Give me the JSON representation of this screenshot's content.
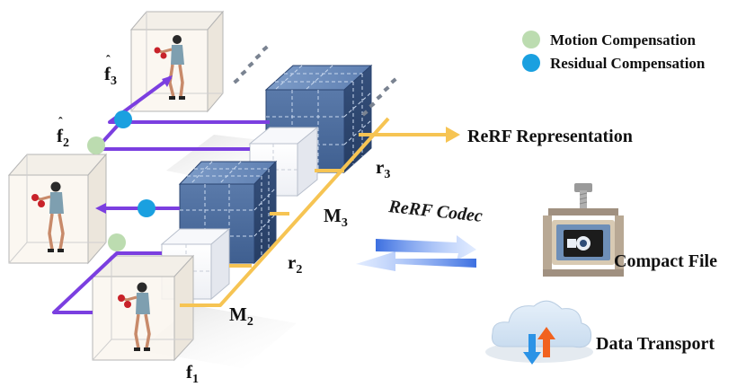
{
  "legend": {
    "motion_label": "Motion Compensation",
    "motion_color": "#bcdcb0",
    "residual_label": "Residual Compensation",
    "residual_color": "#1aa0e0"
  },
  "labels": {
    "f3hat_base": "f",
    "f3hat_sub": "3",
    "f2hat_base": "f",
    "f2hat_sub": "2",
    "f1_base": "f",
    "f1_sub": "1",
    "r3_base": "r",
    "r3_sub": "3",
    "r2_base": "r",
    "r2_sub": "2",
    "M3_base": "M",
    "M3_sub": "3",
    "M2_base": "M",
    "M2_sub": "2",
    "rerf_representation": "ReRF Representation",
    "rerf_codec": "ReRF Codec",
    "compact_file": "Compact File",
    "data_transport": "Data Transport"
  },
  "colors": {
    "purple": "#7b3fe0",
    "yellow": "#f6c453",
    "block_blue": "#4a6a9a",
    "block_blue_dark": "#2f4a78",
    "arrow_blue": "#4f86e0"
  },
  "icons": {
    "motion_dot": "circle-light-green",
    "residual_dot": "circle-cyan",
    "compact_file": "clamp-press-icon",
    "data_transport": "cloud-updown-icon"
  }
}
